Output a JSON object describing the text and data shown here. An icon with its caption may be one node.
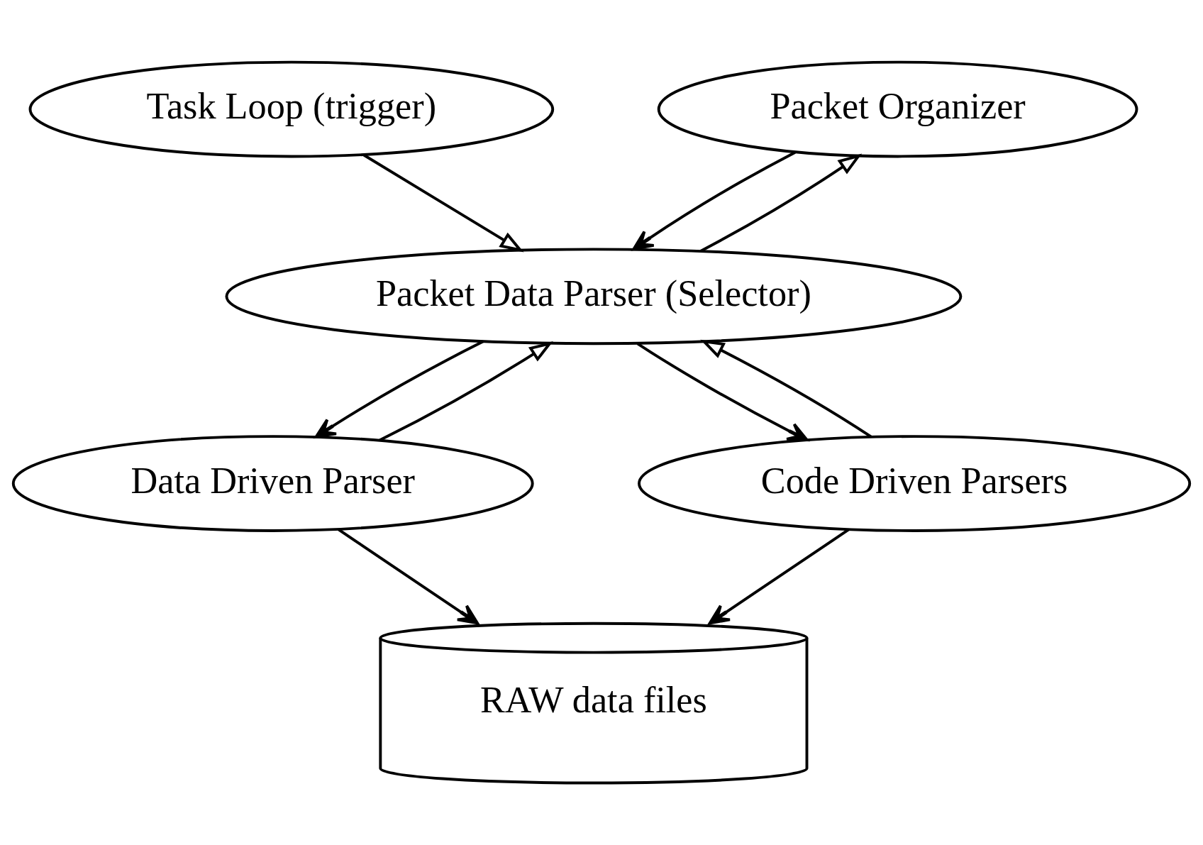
{
  "diagram": {
    "nodes": [
      {
        "text": [
          "Task Loop (trigger)"
        ]
      },
      {
        "text": [
          "Packet Organizer"
        ]
      },
      {
        "text": [
          "Packet Data Parser (Selector)"
        ]
      },
      {
        "text": [
          "Data Driven Parser"
        ]
      },
      {
        "text": [
          "Code Driven Parsers"
        ]
      },
      {
        "text": [
          "RAW data files"
        ]
      }
    ],
    "edges": [
      {
        "from": 0,
        "to": 2,
        "arrow": "to"
      },
      {
        "from": 2,
        "to": 1,
        "arrow": "to"
      },
      {
        "from": 1,
        "to": 2,
        "arrow": "to"
      },
      {
        "from": 2,
        "to": 3,
        "arrow": "to"
      },
      {
        "from": 3,
        "to": 2,
        "arrow": "to"
      },
      {
        "from": 4,
        "to": 2,
        "arrow": "to"
      },
      {
        "from": 2,
        "to": 4,
        "arrow": "to"
      },
      {
        "from": 3,
        "to": 5,
        "arrow": "to"
      },
      {
        "from": 4,
        "to": 5,
        "arrow": "to"
      }
    ]
  }
}
